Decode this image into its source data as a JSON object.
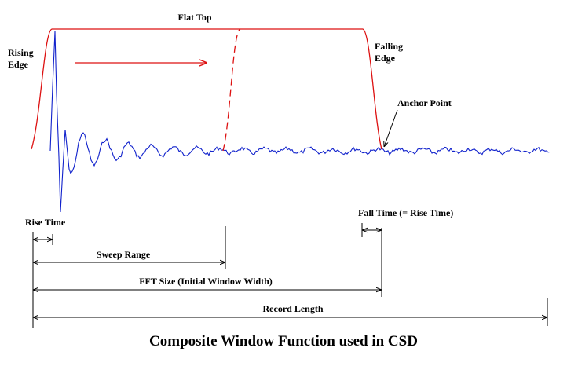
{
  "labels": {
    "flat_top": "Flat Top",
    "rising_edge_line1": "Rising",
    "rising_edge_line2": "Edge",
    "falling_edge_line1": "Falling",
    "falling_edge_line2": "Edge",
    "anchor_point": "Anchor Point",
    "rise_time": "Rise Time",
    "fall_time": "Fall Time (= Rise Time)",
    "sweep_range": "Sweep Range",
    "fft_size": "FFT Size (Initial Window Width)",
    "record_length": "Record Length"
  },
  "caption": "Composite Window Function used in CSD",
  "colors": {
    "window": "#dd1111",
    "signal": "#1122cc",
    "annotation": "#000000"
  }
}
